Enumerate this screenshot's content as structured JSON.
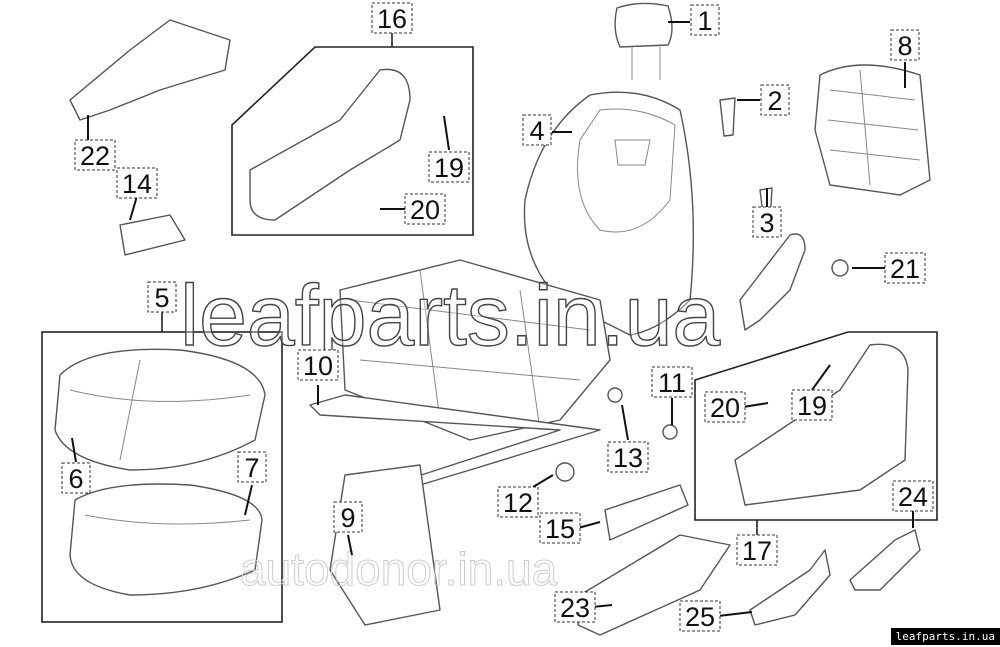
{
  "diagram": {
    "callouts": [
      "1",
      "2",
      "3",
      "4",
      "5",
      "6",
      "7",
      "8",
      "9",
      "10",
      "11",
      "12",
      "13",
      "14",
      "15",
      "16",
      "17",
      "19",
      "19",
      "20",
      "20",
      "21",
      "22",
      "23",
      "24",
      "25"
    ],
    "labels": {
      "c1": "1",
      "c2": "2",
      "c3": "3",
      "c4": "4",
      "c5": "5",
      "c6": "6",
      "c7": "7",
      "c8": "8",
      "c9": "9",
      "c10": "10",
      "c11": "11",
      "c12": "12",
      "c13": "13",
      "c14": "14",
      "c15": "15",
      "c16": "16",
      "c17": "17",
      "c19a": "19",
      "c19b": "19",
      "c20a": "20",
      "c20b": "20",
      "c21": "21",
      "c22": "22",
      "c23": "23",
      "c24": "24",
      "c25": "25"
    }
  },
  "watermarks": {
    "main": "leafparts.in.ua",
    "secondary": "autodonor.in.ua"
  },
  "badge": "leafparts.in.ua"
}
